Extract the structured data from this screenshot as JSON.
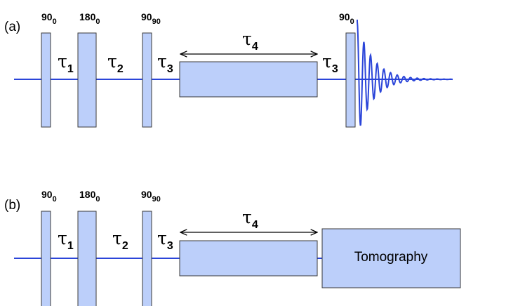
{
  "colors": {
    "line": "#2b45d9",
    "pulse_fill": "#bccffa",
    "pulse_stroke": "#3a3a3a",
    "text": "#000000"
  },
  "panel_a": {
    "label": "(a)",
    "pulses": [
      {
        "label_main": "90",
        "label_sub": "0"
      },
      {
        "label_main": "180",
        "label_sub": "0"
      },
      {
        "label_main": "90",
        "label_sub": "90"
      },
      {
        "label_main": "90",
        "label_sub": "0"
      }
    ],
    "delays": [
      {
        "symbol": "τ",
        "sub": "1"
      },
      {
        "symbol": "τ",
        "sub": "2"
      },
      {
        "symbol": "τ",
        "sub": "3"
      },
      {
        "symbol": "τ",
        "sub": "4"
      },
      {
        "symbol": "τ",
        "sub": "3"
      }
    ],
    "signal": "fid-decay"
  },
  "panel_b": {
    "label": "(b)",
    "pulses": [
      {
        "label_main": "90",
        "label_sub": "0"
      },
      {
        "label_main": "180",
        "label_sub": "0"
      },
      {
        "label_main": "90",
        "label_sub": "90"
      }
    ],
    "delays": [
      {
        "symbol": "τ",
        "sub": "1"
      },
      {
        "symbol": "τ",
        "sub": "2"
      },
      {
        "symbol": "τ",
        "sub": "3"
      },
      {
        "symbol": "τ",
        "sub": "4"
      }
    ],
    "tomography_label": "Tomography"
  }
}
